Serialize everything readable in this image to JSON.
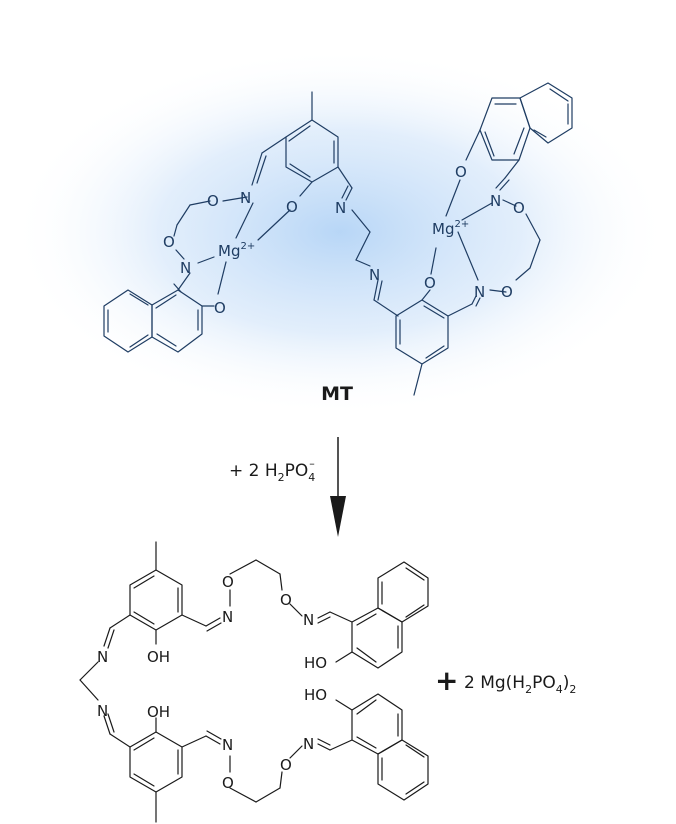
{
  "atoms": {
    "O": "O",
    "N": "N",
    "HO": "HO",
    "OH": "OH",
    "Mg": "Mg",
    "charge": "2+"
  },
  "complex_label": "MT",
  "reagent": {
    "prefix": "+ 2 H",
    "sub1": "2",
    "mid": "PO",
    "sub2": "4",
    "sup": "–"
  },
  "product": {
    "plus": "+",
    "prefix": "2 Mg(H",
    "sub1": "2",
    "mid": "PO",
    "sub2": "4",
    "mid2": ")",
    "sub3": "2"
  },
  "colors": {
    "glow": "#bcd9f7",
    "complex_ink": "#1f3d63",
    "product_ink": "#1a1a1a"
  }
}
